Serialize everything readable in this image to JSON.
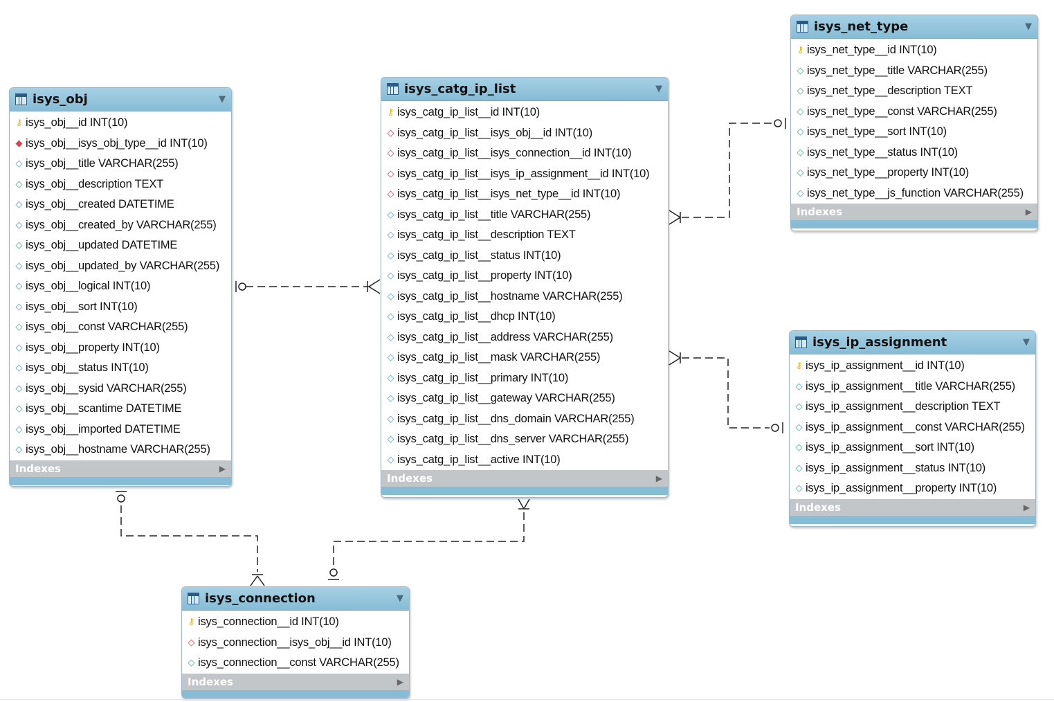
{
  "tables": {
    "isys_obj": {
      "name": "isys_obj",
      "indexes_label": "Indexes",
      "columns": [
        {
          "type": "pk",
          "text": "isys_obj__id INT(10)"
        },
        {
          "type": "fk-nn",
          "text": "isys_obj__isys_obj_type__id INT(10)"
        },
        {
          "type": "col",
          "text": "isys_obj__title VARCHAR(255)"
        },
        {
          "type": "col",
          "text": "isys_obj__description TEXT"
        },
        {
          "type": "col",
          "text": "isys_obj__created DATETIME"
        },
        {
          "type": "col",
          "text": "isys_obj__created_by VARCHAR(255)"
        },
        {
          "type": "col",
          "text": "isys_obj__updated DATETIME"
        },
        {
          "type": "col",
          "text": "isys_obj__updated_by VARCHAR(255)"
        },
        {
          "type": "col",
          "text": "isys_obj__logical INT(10)"
        },
        {
          "type": "col",
          "text": "isys_obj__sort INT(10)"
        },
        {
          "type": "col",
          "text": "isys_obj__const VARCHAR(255)"
        },
        {
          "type": "col",
          "text": "isys_obj__property INT(10)"
        },
        {
          "type": "col",
          "text": "isys_obj__status INT(10)"
        },
        {
          "type": "col",
          "text": "isys_obj__sysid VARCHAR(255)"
        },
        {
          "type": "col",
          "text": "isys_obj__scantime DATETIME"
        },
        {
          "type": "col",
          "text": "isys_obj__imported DATETIME"
        },
        {
          "type": "col",
          "text": "isys_obj__hostname VARCHAR(255)"
        }
      ]
    },
    "isys_catg_ip_list": {
      "name": "isys_catg_ip_list",
      "indexes_label": "Indexes",
      "columns": [
        {
          "type": "pk",
          "text": "isys_catg_ip_list__id INT(10)"
        },
        {
          "type": "fk",
          "text": "isys_catg_ip_list__isys_obj__id INT(10)"
        },
        {
          "type": "fk",
          "text": "isys_catg_ip_list__isys_connection__id INT(10)"
        },
        {
          "type": "fk",
          "text": "isys_catg_ip_list__isys_ip_assignment__id INT(10)"
        },
        {
          "type": "fk",
          "text": "isys_catg_ip_list__isys_net_type__id INT(10)"
        },
        {
          "type": "col",
          "text": "isys_catg_ip_list__title VARCHAR(255)"
        },
        {
          "type": "col",
          "text": "isys_catg_ip_list__description TEXT"
        },
        {
          "type": "col",
          "text": "isys_catg_ip_list__status INT(10)"
        },
        {
          "type": "col",
          "text": "isys_catg_ip_list__property INT(10)"
        },
        {
          "type": "col",
          "text": "isys_catg_ip_list__hostname VARCHAR(255)"
        },
        {
          "type": "col",
          "text": "isys_catg_ip_list__dhcp INT(10)"
        },
        {
          "type": "col",
          "text": "isys_catg_ip_list__address VARCHAR(255)"
        },
        {
          "type": "col",
          "text": "isys_catg_ip_list__mask VARCHAR(255)"
        },
        {
          "type": "col",
          "text": "isys_catg_ip_list__primary INT(10)"
        },
        {
          "type": "col",
          "text": "isys_catg_ip_list__gateway VARCHAR(255)"
        },
        {
          "type": "col",
          "text": "isys_catg_ip_list__dns_domain VARCHAR(255)"
        },
        {
          "type": "col",
          "text": "isys_catg_ip_list__dns_server VARCHAR(255)"
        },
        {
          "type": "col",
          "text": "isys_catg_ip_list__active INT(10)"
        }
      ]
    },
    "isys_net_type": {
      "name": "isys_net_type",
      "indexes_label": "Indexes",
      "columns": [
        {
          "type": "pk",
          "text": "isys_net_type__id INT(10)"
        },
        {
          "type": "col",
          "text": "isys_net_type__title VARCHAR(255)"
        },
        {
          "type": "col",
          "text": "isys_net_type__description TEXT"
        },
        {
          "type": "col",
          "text": "isys_net_type__const VARCHAR(255)"
        },
        {
          "type": "col",
          "text": "isys_net_type__sort INT(10)"
        },
        {
          "type": "col",
          "text": "isys_net_type__status INT(10)"
        },
        {
          "type": "col",
          "text": "isys_net_type__property INT(10)"
        },
        {
          "type": "col",
          "text": "isys_net_type__js_function VARCHAR(255)"
        }
      ]
    },
    "isys_ip_assignment": {
      "name": "isys_ip_assignment",
      "indexes_label": "Indexes",
      "columns": [
        {
          "type": "pk",
          "text": "isys_ip_assignment__id INT(10)"
        },
        {
          "type": "col",
          "text": "isys_ip_assignment__title VARCHAR(255)"
        },
        {
          "type": "col",
          "text": "isys_ip_assignment__description TEXT"
        },
        {
          "type": "col",
          "text": "isys_ip_assignment__const VARCHAR(255)"
        },
        {
          "type": "col",
          "text": "isys_ip_assignment__sort INT(10)"
        },
        {
          "type": "col",
          "text": "isys_ip_assignment__status INT(10)"
        },
        {
          "type": "col",
          "text": "isys_ip_assignment__property INT(10)"
        }
      ]
    },
    "isys_connection": {
      "name": "isys_connection",
      "indexes_label": "Indexes",
      "columns": [
        {
          "type": "pk",
          "text": "isys_connection__id INT(10)"
        },
        {
          "type": "fk",
          "text": "isys_connection__isys_obj__id INT(10)"
        },
        {
          "type": "col",
          "text": "isys_connection__const VARCHAR(255)"
        }
      ]
    }
  },
  "icons": {
    "pk": "primary-key-icon",
    "fk-nn": "foreign-key-not-null-icon",
    "fk": "foreign-key-icon",
    "col": "column-icon",
    "table": "table-icon",
    "menu": "chevron-down-icon",
    "expand": "triangle-right-icon"
  },
  "colors": {
    "header": "#86bcd6",
    "primary_key": "#e8b400",
    "foreign_key": "#d9404a",
    "column": "#4aa5b0",
    "indexes_bar": "#c3c6c8",
    "connector": "#222222"
  }
}
